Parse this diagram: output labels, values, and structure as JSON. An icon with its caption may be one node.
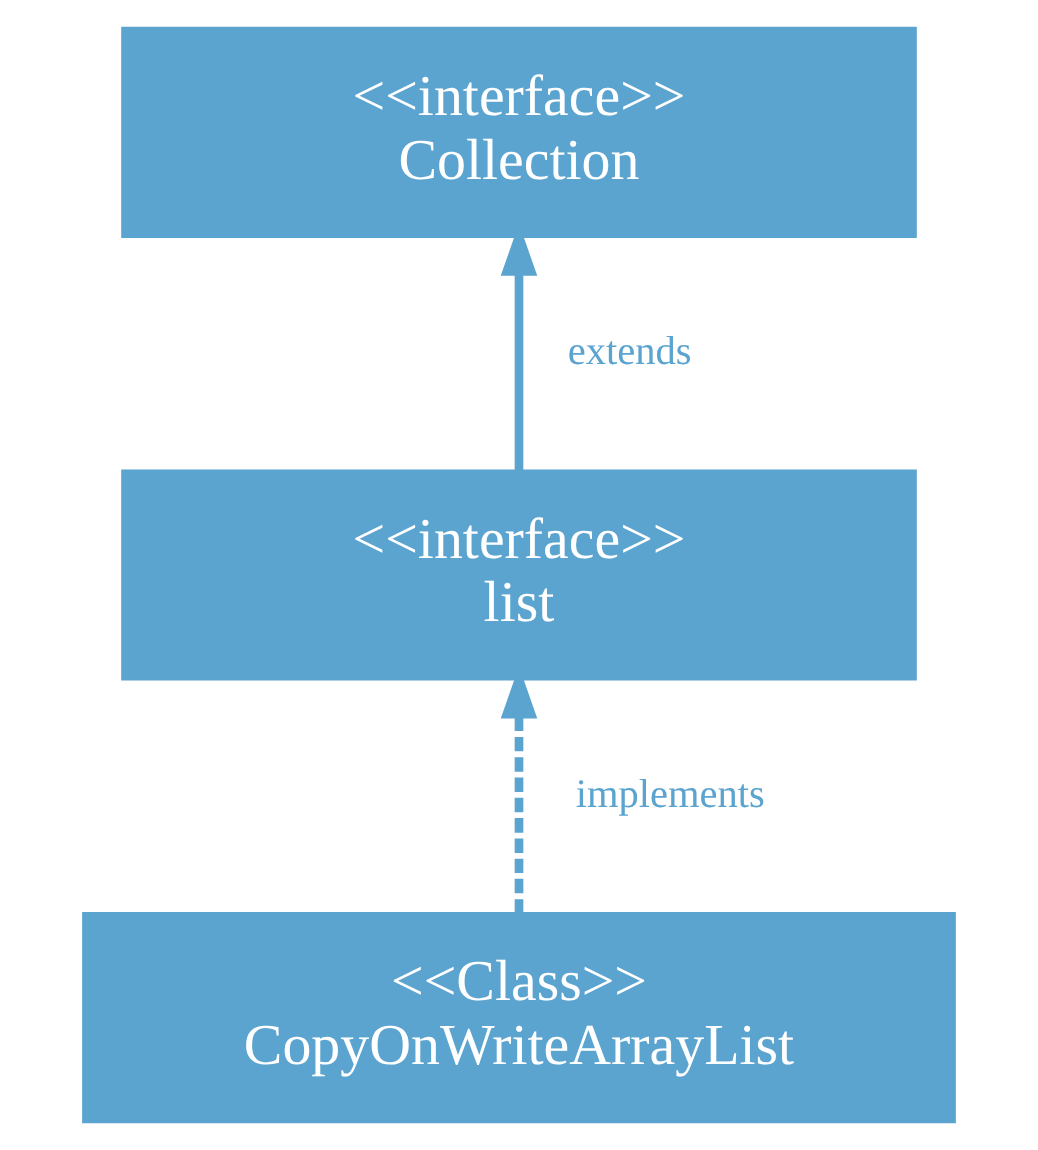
{
  "diagram": {
    "nodes": [
      {
        "text": [
          "<<interface>>",
          "Collection"
        ]
      },
      {
        "text": [
          "<<interface>>",
          "list"
        ]
      },
      {
        "text": [
          "<<Class>>",
          "CopyOnWriteArrayList"
        ]
      }
    ],
    "edges": [
      {
        "from": 1,
        "to": 0,
        "arrow": "to",
        "label": "extends"
      },
      {
        "from": 2,
        "to": 1,
        "arrow": "to",
        "label": "implements",
        "style": "dashed"
      }
    ]
  }
}
